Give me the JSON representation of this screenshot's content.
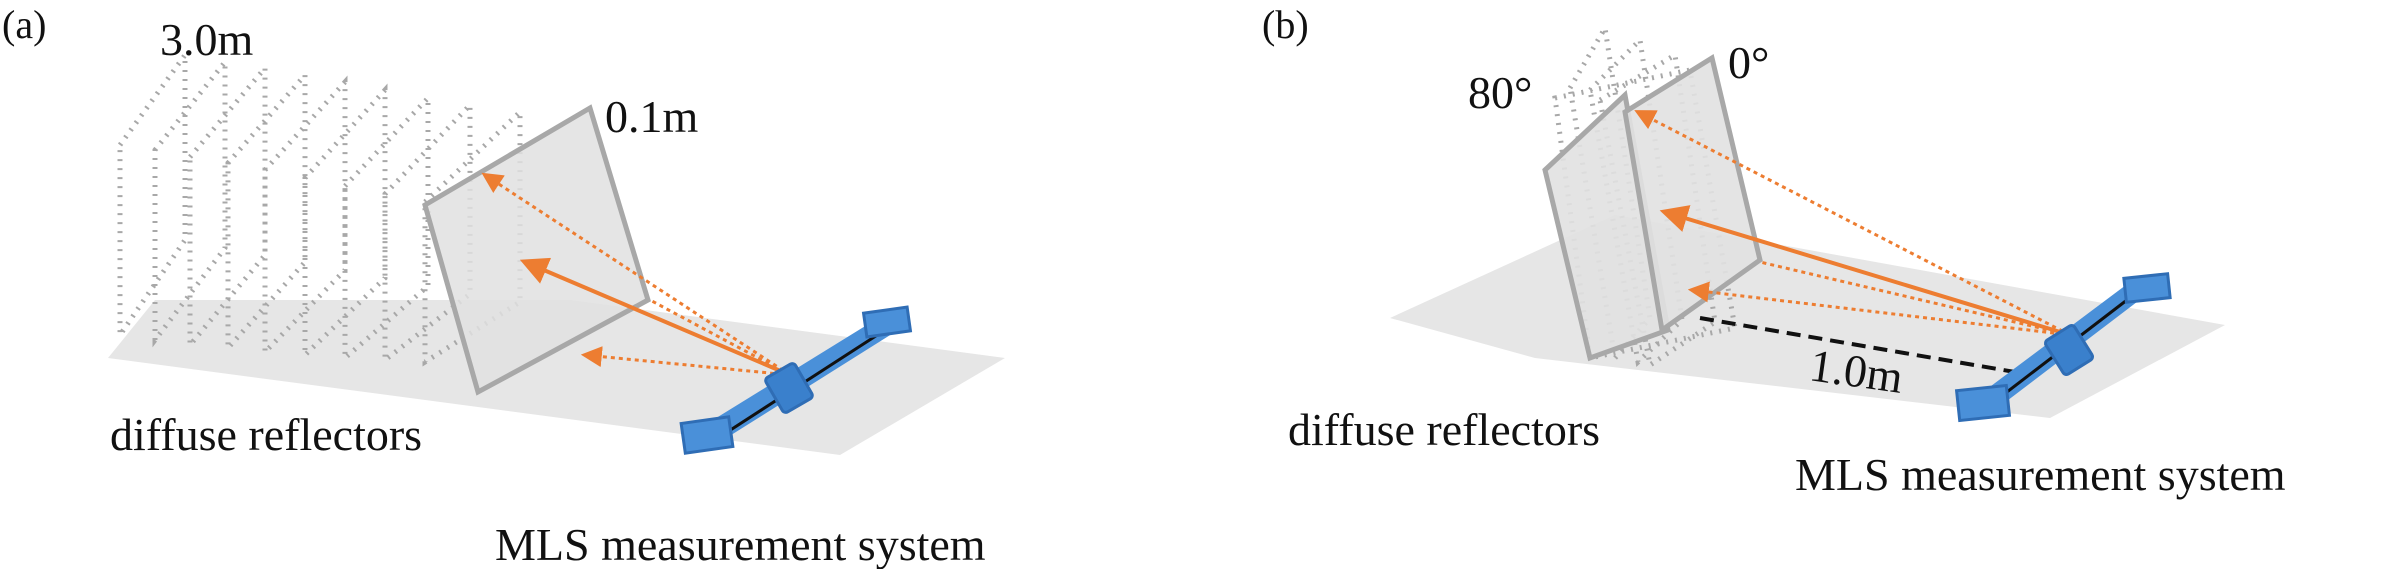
{
  "panel_a": {
    "label": "(a)",
    "far_distance": "3.0m",
    "near_distance": "0.1m",
    "reflectors_caption": "diffuse reflectors",
    "system_caption": "MLS measurement system"
  },
  "panel_b": {
    "label": "(b)",
    "angle_max": "80°",
    "angle_min": "0°",
    "distance": "1.0m",
    "reflectors_caption": "diffuse reflectors",
    "system_caption": "MLS measurement system"
  },
  "colors": {
    "floor": "#e6e6e6",
    "reflector_fill": "#e1e1e1",
    "reflector_edge": "#a8a8a8",
    "beam": "#ed7d31",
    "rail": "#4a90d9",
    "rail_dark": "#2f6db5"
  }
}
